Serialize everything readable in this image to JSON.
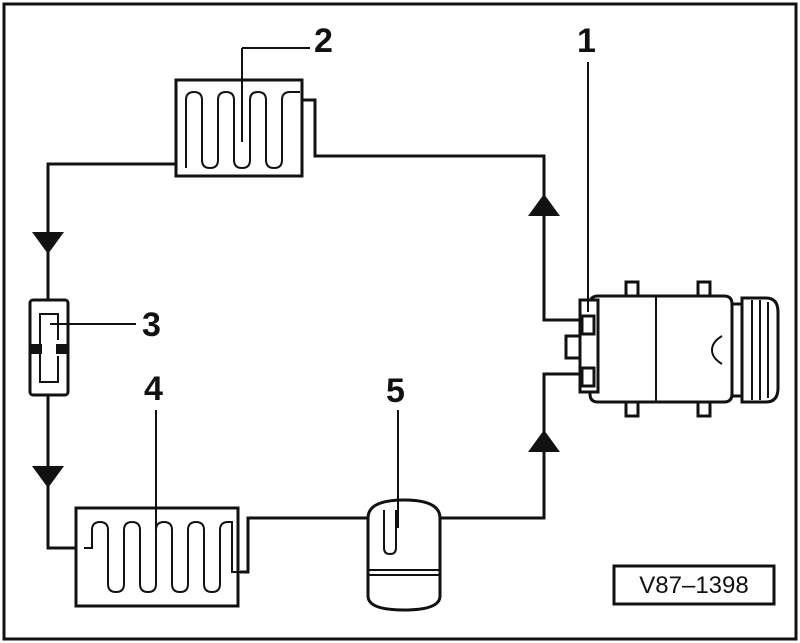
{
  "labels": {
    "compressor": "1",
    "condenser": "2",
    "expansion_valve": "3",
    "evaporator": "4",
    "receiver": "5"
  },
  "reference_code": "V87–1398",
  "icons": [
    "compressor-icon",
    "condenser-icon",
    "expansion-valve-icon",
    "evaporator-icon",
    "receiver-drier-icon",
    "flow-arrow-icon"
  ]
}
